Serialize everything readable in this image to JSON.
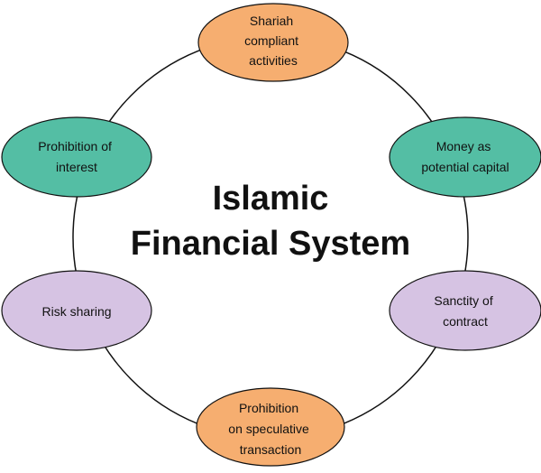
{
  "center": {
    "line1": "Islamic",
    "line2": "Financial System"
  },
  "colors": {
    "orange": "#f6ae70",
    "teal": "#54bea4",
    "purple": "#d6c3e3",
    "stroke": "#111111",
    "ring": "#111111"
  },
  "nodes": {
    "top": {
      "lines": [
        "Shariah",
        "compliant",
        "activities"
      ],
      "color": "orange"
    },
    "upper_right": {
      "lines": [
        "Money as",
        "potential capital"
      ],
      "color": "teal"
    },
    "lower_right": {
      "lines": [
        "Sanctity of",
        "contract"
      ],
      "color": "purple"
    },
    "bottom": {
      "lines": [
        "Prohibition",
        "on speculative",
        "transaction"
      ],
      "color": "orange"
    },
    "lower_left": {
      "lines": [
        "Risk sharing"
      ],
      "color": "purple"
    },
    "upper_left": {
      "lines": [
        "Prohibition of",
        "interest"
      ],
      "color": "teal"
    }
  }
}
